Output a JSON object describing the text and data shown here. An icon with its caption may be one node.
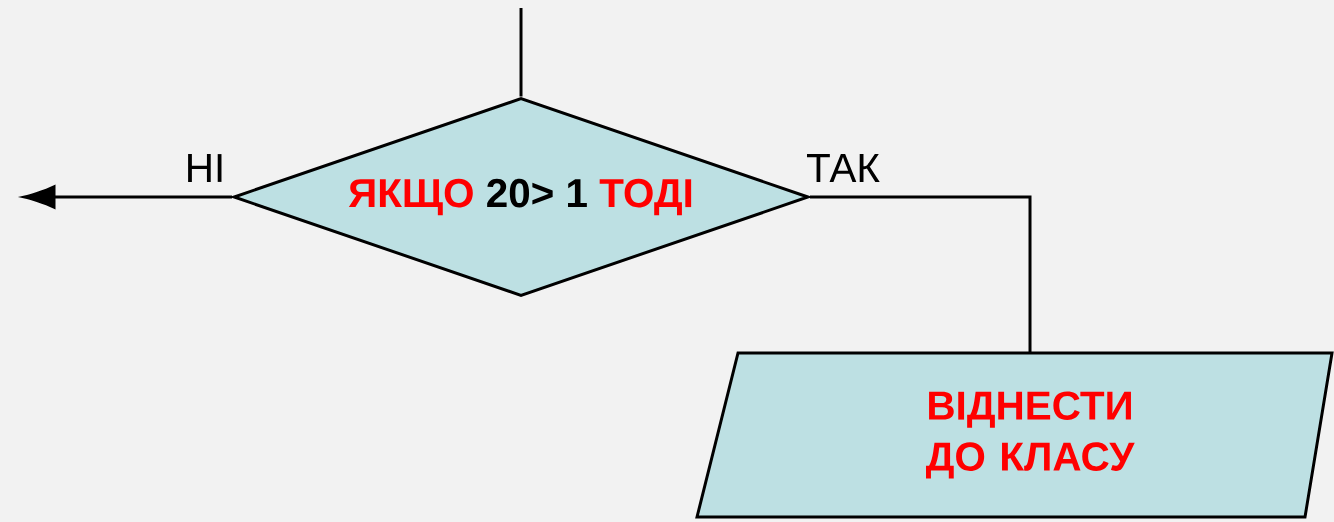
{
  "diagram": {
    "nodes": [
      {
        "text": [
          "ЯКЩО",
          "20> 1",
          "ТОДІ"
        ]
      },
      {
        "text": [
          "ВІДНЕСТИ ДО КЛАСУ"
        ]
      }
    ],
    "edges": [
      {
        "from": null,
        "to": 0,
        "arrow": "none"
      },
      {
        "from": 0,
        "to": null,
        "arrow": "to",
        "label": "НІ"
      },
      {
        "from": 0,
        "to": 1,
        "arrow": "none",
        "label": "ТАК"
      }
    ]
  }
}
